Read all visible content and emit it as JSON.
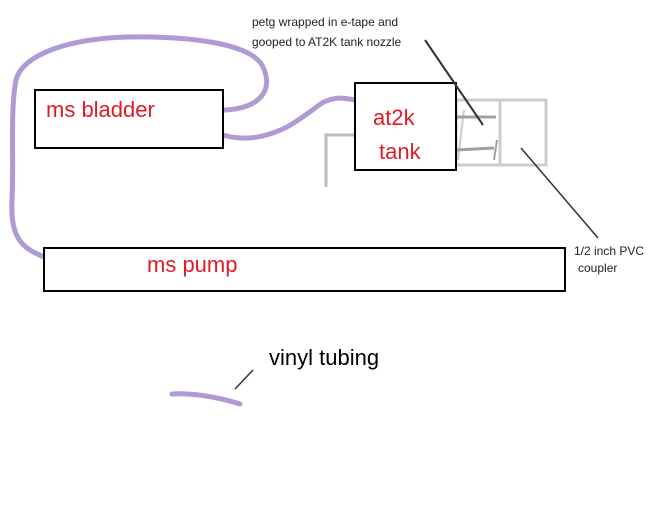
{
  "components": {
    "bladder": {
      "label": "ms bladder"
    },
    "tank": {
      "label_line1": "at2k",
      "label_line2": "tank"
    },
    "pump": {
      "label": "ms pump"
    }
  },
  "annotations": {
    "nozzle_line1": "petg wrapped in e-tape and",
    "nozzle_line2": "gooped to AT2K tank nozzle",
    "coupler_line1": "1/2 inch PVC",
    "coupler_line2": "coupler"
  },
  "legend": {
    "tubing_label": "vinyl tubing"
  },
  "colors": {
    "tubing": "#b09ad6",
    "label_red": "#e01b24",
    "pvc_gray": "#cccccc",
    "petg_gray": "#a0a0a0"
  }
}
